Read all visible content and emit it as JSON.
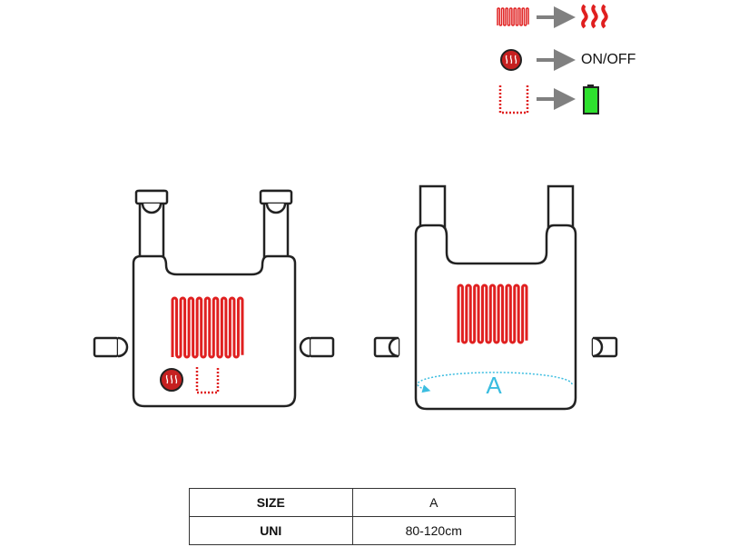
{
  "legend": {
    "items": [
      {
        "icon": "heating-element-icon",
        "result_icon": "heat-flames-icon"
      },
      {
        "icon": "power-button-icon",
        "result_label": "ON/OFF"
      },
      {
        "icon": "battery-pocket-icon",
        "result_icon": "battery-icon"
      }
    ]
  },
  "back_view": {
    "zone_label": "A"
  },
  "size_table": {
    "rows": [
      {
        "label": "SIZE",
        "value": "A"
      },
      {
        "label": "UNI",
        "value": "80-120cm"
      }
    ]
  },
  "colors": {
    "heater": "#e02020",
    "zone": "#3bbde0",
    "battery": "#2ee02e",
    "arrow": "#808080"
  }
}
